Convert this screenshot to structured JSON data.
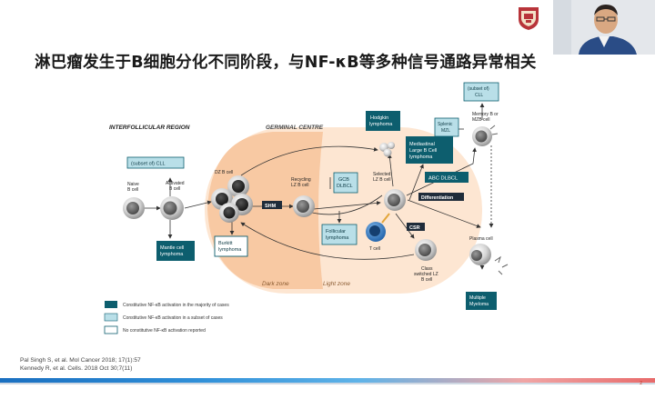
{
  "title": "淋巴瘤发生于B细胞分化不同阶段，与NF-κB等多种信号通路异常相关",
  "diagram": {
    "region_interfollicular": "INTERFOLLICULAR REGION",
    "region_germinal": "GERMINAL CENTRE",
    "dark_zone": "Dark zone",
    "light_zone": "Light zone",
    "cells": {
      "naive": [
        "Naive",
        "B cell"
      ],
      "activated": [
        "Activated",
        "B cell"
      ],
      "dz": "DZ B cell",
      "recycling": [
        "Recycling",
        "LZ B cell"
      ],
      "selected": [
        "Selected",
        "LZ B cell"
      ],
      "tcell": "T cell",
      "memory": [
        "Memory B or",
        "MZB cell"
      ],
      "plasma": "Plasma cell",
      "class_switched": [
        "Class",
        "switched LZ",
        "B cell"
      ]
    },
    "labels": {
      "shm": "SHM",
      "csr": "CSR",
      "differentiation": "Differentiation"
    },
    "boxes": {
      "cll_left": "(subset of) CLL",
      "mantle": [
        "Mantle cell",
        "lymphoma"
      ],
      "burkitt": [
        "Burkitt",
        "lymphoma"
      ],
      "gcb": [
        "GCB",
        "DLBCL"
      ],
      "follicular": [
        "Follicular",
        "lymphoma"
      ],
      "hodgkin": [
        "Hodgkin",
        "lymphoma"
      ],
      "mediastinal": [
        "Mediastinal",
        "Large B Cell",
        "lymphoma"
      ],
      "abc": "ABC DLBCL",
      "splenic": [
        "Splenic",
        "MZL"
      ],
      "cll_top": [
        "(subset of)",
        "CLL"
      ],
      "myeloma": [
        "Multiple",
        "Myeloma"
      ]
    },
    "legend": [
      "Constitutive NF-κB activation in the majority of cases",
      "Constitutive NF-κB activation in a subset of cases",
      "No constitutive NF-κB activation reported"
    ]
  },
  "references": [
    "Pal Singh S, et al. Mol Cancer 2018; 17(1):57",
    "Kennedy R, et al. Cells. 2018 Oct 30;7(11)"
  ],
  "page_number": "2",
  "colors": {
    "dark_box": "#0d5e6e",
    "mid_box": "#b9dfe8",
    "gc_outer": "#fde3cc",
    "dark_zone": "#f8c9a3"
  }
}
